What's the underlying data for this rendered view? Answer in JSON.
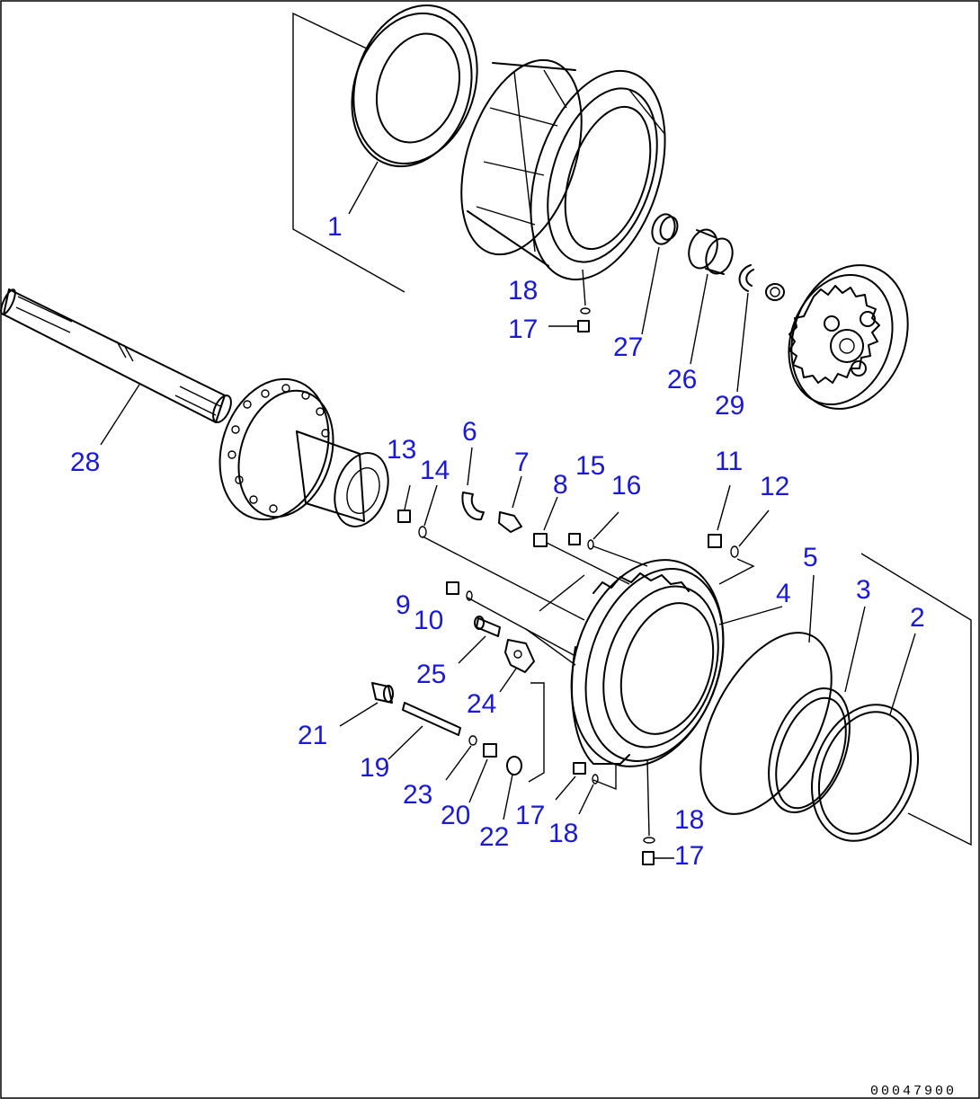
{
  "drawing_code": "00047900",
  "labels": {
    "l1": "1",
    "l2": "2",
    "l3": "3",
    "l4": "4",
    "l5": "5",
    "l6": "6",
    "l7": "7",
    "l8": "8",
    "l9": "9",
    "l10": "10",
    "l11": "11",
    "l12": "12",
    "l13": "13",
    "l14": "14",
    "l15": "15",
    "l16": "16",
    "l17a": "17",
    "l17b": "17",
    "l17c": "17",
    "l18a": "18",
    "l18b": "18",
    "l18c": "18",
    "l19": "19",
    "l20": "20",
    "l21": "21",
    "l22": "22",
    "l23": "23",
    "l24": "24",
    "l25": "25",
    "l26": "26",
    "l27": "27",
    "l28": "28",
    "l29": "29"
  },
  "colors": {
    "label": "#1a1ad6",
    "line": "#000000",
    "background": "#ffffff"
  }
}
